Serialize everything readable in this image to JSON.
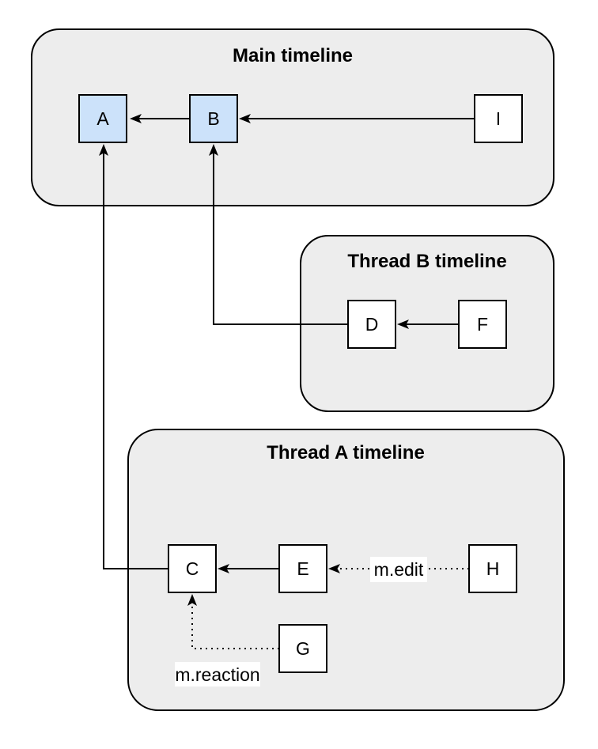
{
  "colors": {
    "page_background": "#ffffff",
    "container_fill": "#ededed",
    "container_stroke": "#000000",
    "node_fill": "#ffffff",
    "node_fill_highlight": "#cce2fa",
    "node_stroke": "#000000",
    "edge_color": "#000000",
    "label_background": "#ffffff",
    "text_color": "#000000"
  },
  "containers": {
    "main": {
      "title": "Main timeline"
    },
    "thread_b": {
      "title": "Thread B timeline"
    },
    "thread_a": {
      "title": "Thread A timeline"
    }
  },
  "nodes": {
    "A": {
      "label": "A",
      "timeline": "Main timeline",
      "highlighted": true
    },
    "B": {
      "label": "B",
      "timeline": "Main timeline",
      "highlighted": true
    },
    "I": {
      "label": "I",
      "timeline": "Main timeline",
      "highlighted": false
    },
    "D": {
      "label": "D",
      "timeline": "Thread B timeline",
      "highlighted": false
    },
    "F": {
      "label": "F",
      "timeline": "Thread B timeline",
      "highlighted": false
    },
    "C": {
      "label": "C",
      "timeline": "Thread A timeline",
      "highlighted": false
    },
    "E": {
      "label": "E",
      "timeline": "Thread A timeline",
      "highlighted": false
    },
    "H": {
      "label": "H",
      "timeline": "Thread A timeline",
      "highlighted": false
    },
    "G": {
      "label": "G",
      "timeline": "Thread A timeline",
      "highlighted": false
    }
  },
  "edge_labels": {
    "edit": "m.edit",
    "reaction": "m.reaction"
  },
  "edges": [
    {
      "from": "B",
      "to": "A",
      "style": "solid",
      "label": ""
    },
    {
      "from": "I",
      "to": "B",
      "style": "solid",
      "label": ""
    },
    {
      "from": "F",
      "to": "D",
      "style": "solid",
      "label": ""
    },
    {
      "from": "D",
      "to": "B",
      "style": "solid",
      "label": ""
    },
    {
      "from": "E",
      "to": "C",
      "style": "solid",
      "label": ""
    },
    {
      "from": "C",
      "to": "A",
      "style": "solid",
      "label": ""
    },
    {
      "from": "H",
      "to": "E",
      "style": "dotted",
      "label": "m.edit"
    },
    {
      "from": "G",
      "to": "C",
      "style": "dotted",
      "label": "m.reaction"
    }
  ]
}
